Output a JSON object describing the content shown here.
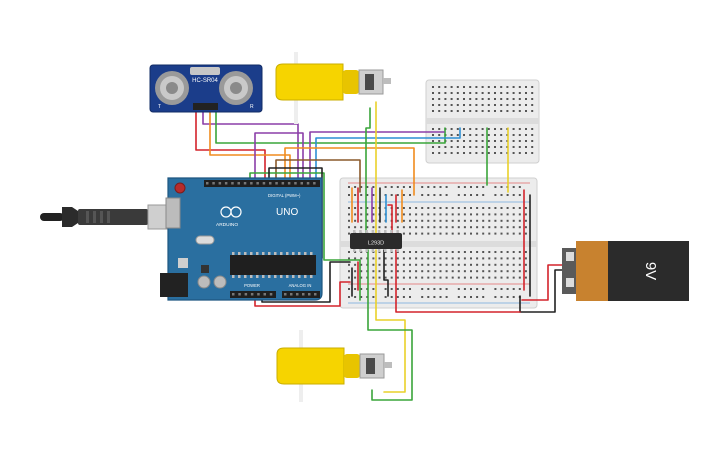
{
  "sensor": {
    "model_label": "HC-SR04",
    "pin_t": "T",
    "pin_r": "R"
  },
  "arduino": {
    "uno_label": "UNO",
    "brand_label": "ARDUINO",
    "digital_label": "DIGITAL (PWM~)",
    "power_label": "POWER",
    "analog_label": "ANALOG IN"
  },
  "driver": {
    "chip_label": "L293D"
  },
  "battery": {
    "voltage_label": "9V"
  },
  "colors": {
    "board": "#2a6fa0",
    "board_dark": "#1d5680",
    "motor_yellow": "#f6d400",
    "battery_orange": "#c8822f",
    "breadboard": "#e9e9e9",
    "wire_red": "#d4232b",
    "wire_black": "#222222",
    "wire_green": "#3aa53a",
    "wire_yellow": "#e9d12a",
    "wire_orange": "#f08c1e",
    "wire_purple": "#8b3ea8",
    "wire_blue": "#2d8fd3",
    "wire_brown": "#8a5a2b"
  },
  "icons": [
    "usb-cable-icon",
    "dc-motor-icon",
    "ultrasonic-sensor-icon",
    "ic-chip-icon",
    "battery-icon"
  ]
}
